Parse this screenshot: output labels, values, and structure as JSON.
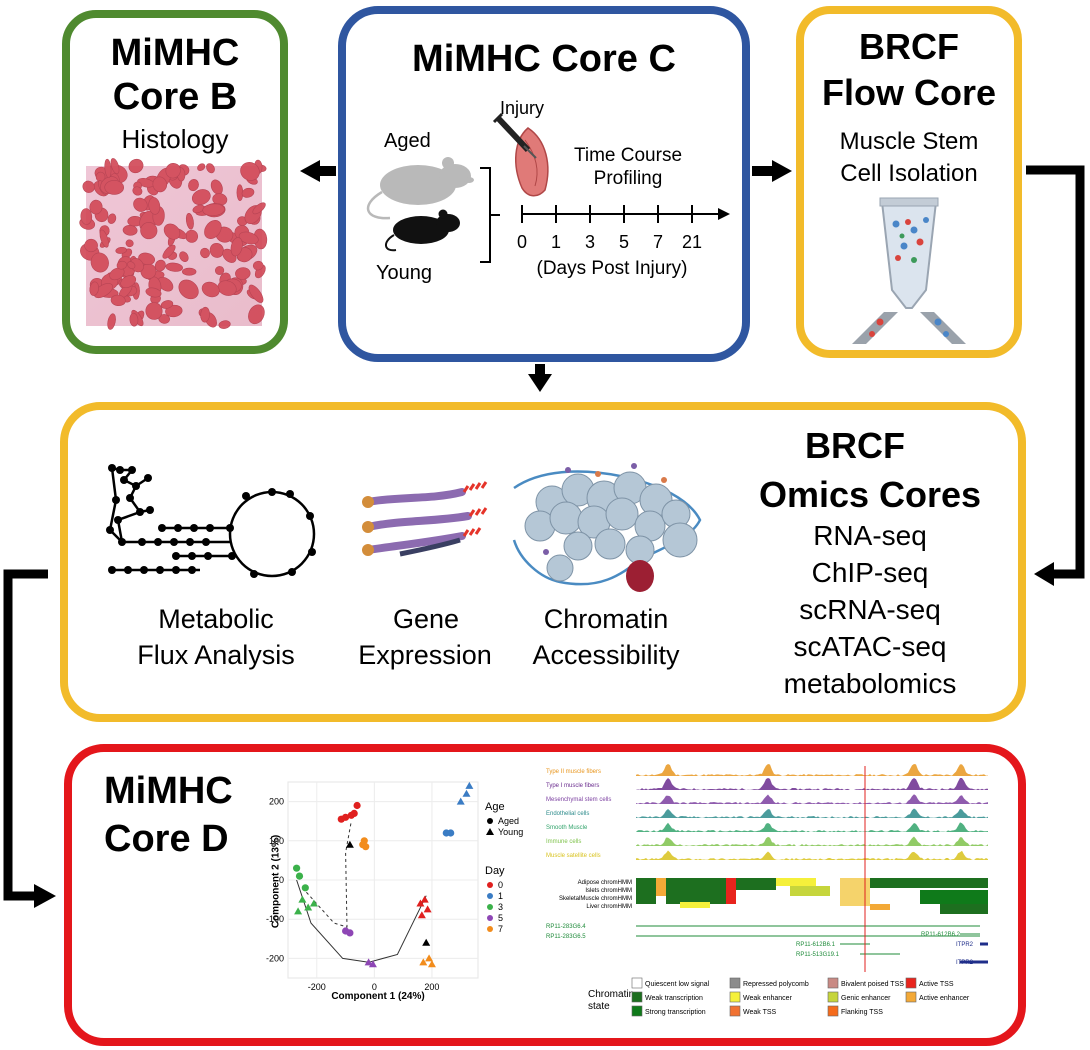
{
  "core_b": {
    "title_line1": "MiMHC",
    "title_line2": "Core B",
    "subtitle": "Histology",
    "border_color": "#4f8a2f"
  },
  "core_c": {
    "title": "MiMHC Core C",
    "aged_label": "Aged",
    "young_label": "Young",
    "injury_label": "Injury",
    "timecourse_line1": "Time Course",
    "timecourse_line2": "Profiling",
    "days": [
      "0",
      "1",
      "3",
      "5",
      "7",
      "21"
    ],
    "axis_caption": "(Days Post Injury)",
    "border_color": "#2f56a0"
  },
  "flow_core": {
    "title_line1": "BRCF",
    "title_line2": "Flow Core",
    "desc_line1": "Muscle Stem",
    "desc_line2": "Cell Isolation",
    "border_color": "#f2bb2a"
  },
  "omics": {
    "title_line1": "BRCF",
    "title_line2": "Omics Cores",
    "assays": [
      "RNA-seq",
      "ChIP-seq",
      "scRNA-seq",
      "scATAC-seq",
      "metabolomics"
    ],
    "metabolic_line1": "Metabolic",
    "metabolic_line2": "Flux Analysis",
    "gene_line1": "Gene",
    "gene_line2": "Expression",
    "chromatin_line1": "Chromatin",
    "chromatin_line2": "Accessibility",
    "border_color": "#f2bb2a"
  },
  "core_d": {
    "title_line1": "MiMHC",
    "title_line2": "Core D",
    "border_color": "#e4161b",
    "pca": {
      "xlabel": "Component 1 (24%)",
      "ylabel": "Component 2 (13%)",
      "x_ticks": [
        "-200",
        "0",
        "200"
      ],
      "y_ticks": [
        "200",
        "100",
        "0",
        "-100",
        "-200"
      ],
      "legend_age_title": "Age",
      "legend_age_items": [
        "Aged",
        "Young"
      ],
      "legend_day_title": "Day",
      "legend_day_items": [
        "0",
        "1",
        "3",
        "5",
        "7"
      ],
      "day_colors": [
        "#e0201f",
        "#3a7cc4",
        "#3bb14a",
        "#8e46b5",
        "#f28c1c"
      ]
    },
    "tracks": {
      "rows": [
        "Type II muscle fibers",
        "Type I muscle fibers",
        "Mesenchymal stem cells",
        "Endothelial cells",
        "Smooth Muscle",
        "Immune cells",
        "Muscle satellite cells"
      ],
      "row_colors": [
        "#e8961e",
        "#6a2c8e",
        "#7b3fa0",
        "#2c8b8b",
        "#31a36b",
        "#7ec24b",
        "#d8c21c"
      ],
      "hmm_rows": [
        "Adipose chromHMM",
        "Islets chromHMM",
        "SkeletalMuscle chromHMM",
        "Liver chromHMM"
      ],
      "genes": [
        "RP11-283G6.4",
        "RP11-283G6.5",
        "RP11-612B6.1",
        "RP11-513G19.1",
        "RP11-612B6.2",
        "ITPR2",
        "ITPR2"
      ]
    },
    "chromatin_state": {
      "title_line1": "Chromatin",
      "title_line2": "state",
      "items": [
        {
          "label": "Quiescent low signal",
          "color": "#ffffff"
        },
        {
          "label": "Repressed polycomb",
          "color": "#8c8c8c"
        },
        {
          "label": "Bivalent poised TSS",
          "color": "#c98a84"
        },
        {
          "label": "Active TSS",
          "color": "#e8241d"
        },
        {
          "label": "Weak transcription",
          "color": "#1d6f1f"
        },
        {
          "label": "Weak enhancer",
          "color": "#f5f03b"
        },
        {
          "label": "Genic enhancer",
          "color": "#c6d53c"
        },
        {
          "label": "Active enhancer",
          "color": "#f3a937"
        },
        {
          "label": "Strong transcription",
          "color": "#0f7a1a"
        },
        {
          "label": "Weak TSS",
          "color": "#f17232"
        },
        {
          "label": "Flanking TSS",
          "color": "#f56b1c"
        }
      ]
    }
  }
}
